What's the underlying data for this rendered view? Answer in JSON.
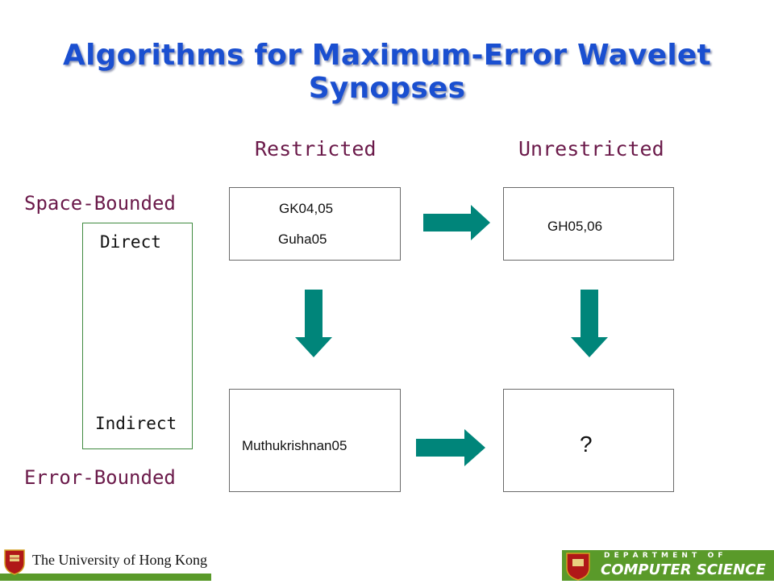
{
  "slide": {
    "title": "Algorithms for Maximum-Error Wavelet Synopses"
  },
  "columns": {
    "restricted": "Restricted",
    "unrestricted": "Unrestricted"
  },
  "rows": {
    "space_bounded": "Space-Bounded",
    "error_bounded": "Error-Bounded"
  },
  "side_box": {
    "direct": "Direct",
    "indirect": "Indirect"
  },
  "cells": {
    "space_restricted_line1": "GK04,05",
    "space_restricted_line2": "Guha05",
    "space_unrestricted": "GH05,06",
    "error_restricted": "Muthukrishnan05",
    "error_unrestricted": "?"
  },
  "footer": {
    "university": "The University of Hong Kong",
    "dept_top": "D E P A R T M E N T   O F",
    "dept_bottom": "COMPUTER SCIENCE"
  },
  "colors": {
    "title": "#1a4fd0",
    "headers": "#6b1a4a",
    "arrow": "#00857a",
    "footer_band": "#5a9a2a"
  }
}
